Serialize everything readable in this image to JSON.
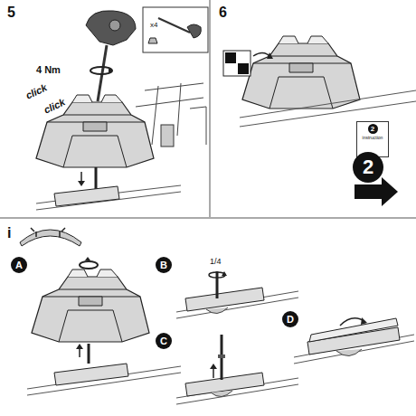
{
  "diagram": {
    "nodes": [
      {
        "text": [
          "2",
          "instruction"
        ]
      },
      {
        "text": [
          "2"
        ]
      },
      {
        "text": [
          "A"
        ]
      },
      {
        "text": [
          "B"
        ]
      },
      {
        "text": [
          "C"
        ]
      },
      {
        "text": [
          "D"
        ]
      }
    ],
    "labels": [
      "5",
      "6",
      "4 Nm",
      "click",
      "click",
      "x4",
      "i",
      "1/4"
    ]
  }
}
